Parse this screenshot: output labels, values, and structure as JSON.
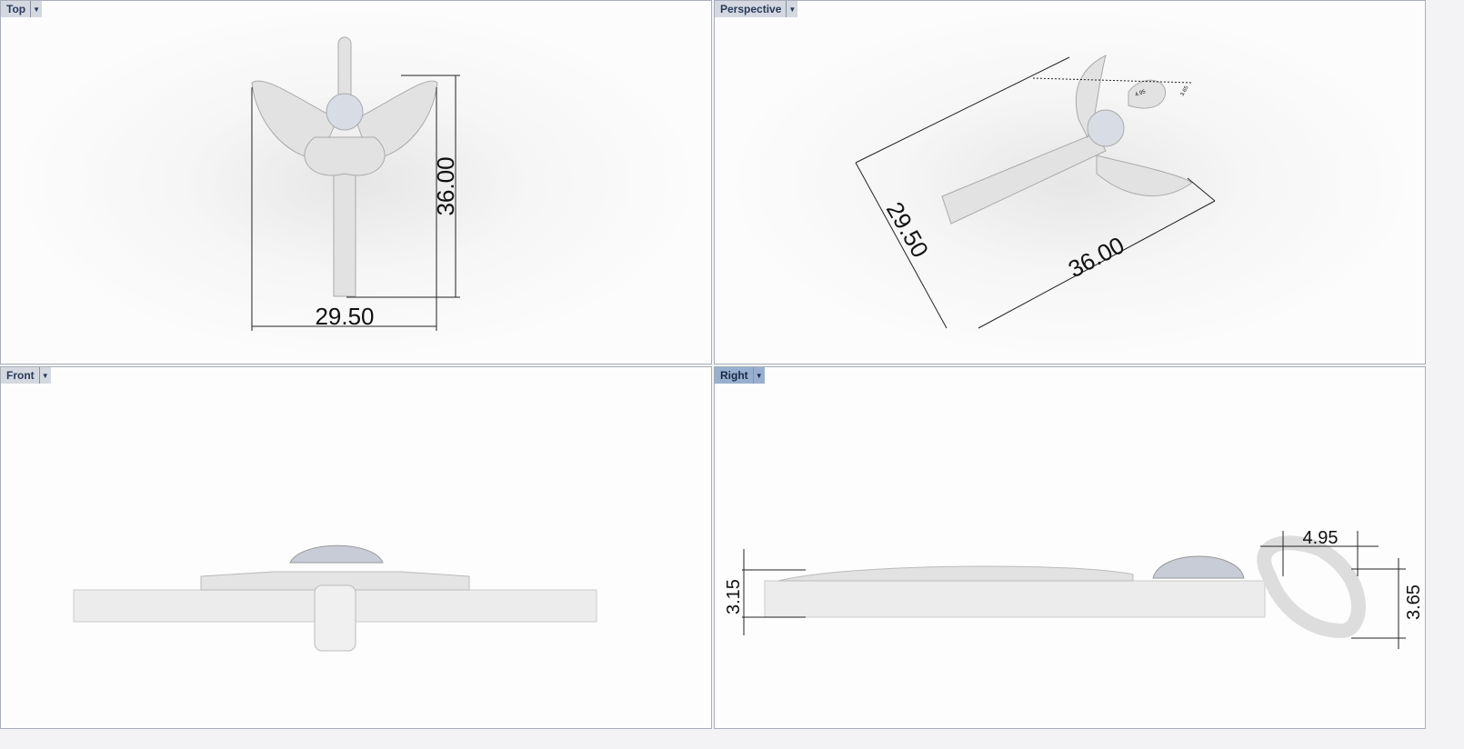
{
  "viewports": [
    {
      "name": "Top",
      "active": false,
      "dims": {
        "height": "36.00",
        "width": "29.50"
      }
    },
    {
      "name": "Perspective",
      "active": false,
      "dims": {
        "width": "29.50",
        "height": "36.00",
        "bail_width": "4.95",
        "bail_height": "3.65"
      }
    },
    {
      "name": "Front",
      "active": false
    },
    {
      "name": "Right",
      "active": true,
      "dims": {
        "thickness": "3.15",
        "bail_width": "4.95",
        "bail_height": "3.65"
      }
    }
  ],
  "icons": {
    "viewport_menu": "dropdown-arrow-icon"
  },
  "colors": {
    "active_label": "#98b0d0",
    "inactive_label": "#d4d8e0",
    "model": "#e8e8e8"
  }
}
